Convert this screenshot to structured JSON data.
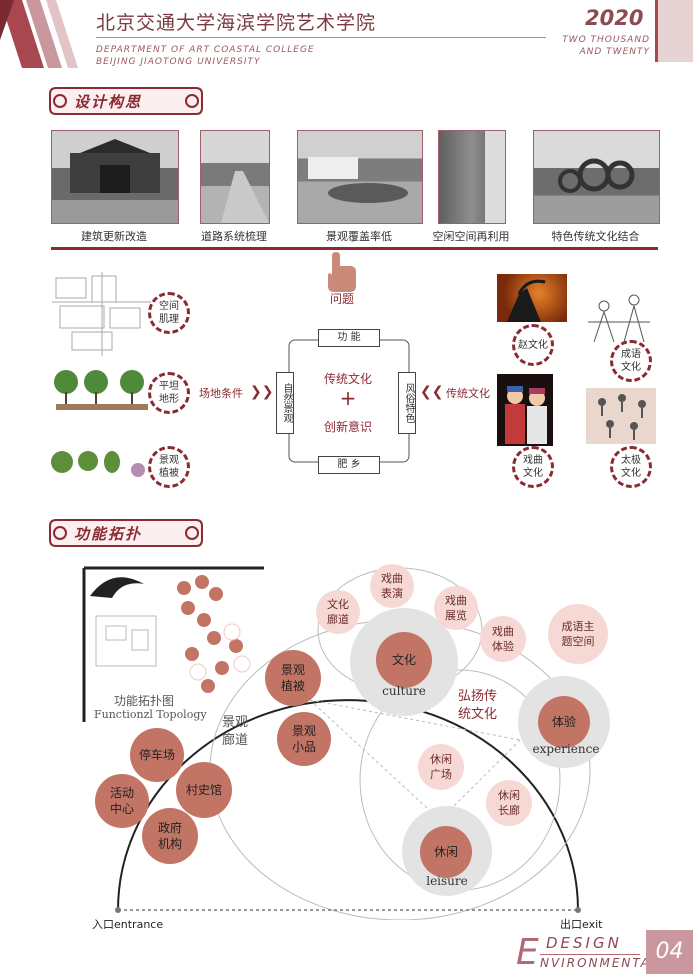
{
  "header": {
    "title_cn": "北京交通大学海滨学院艺术学院",
    "dept_en_1": "DEPARTMENT OF ART COASTAL COLLEGE",
    "dept_en_2": "BEIJING JIAOTONG UNIVERSITY",
    "year": "2020",
    "year_en_1": "TWO THOUSAND",
    "year_en_2": "AND TWENTY"
  },
  "section1": {
    "title": "设计构思",
    "photos": [
      {
        "caption": "建筑更新改造"
      },
      {
        "caption": "道路系统梳理"
      },
      {
        "caption": "景观覆盖率低"
      },
      {
        "caption": "空闲空间再利用"
      },
      {
        "caption": "特色传统文化结合"
      }
    ]
  },
  "concept": {
    "problem": "问题",
    "left_labels": [
      {
        "l1": "空间",
        "l2": "肌理"
      },
      {
        "l1": "平坦",
        "l2": "地形"
      },
      {
        "l1": "景观",
        "l2": "植被"
      }
    ],
    "site_conditions": "场地条件",
    "traditional_culture": "传统文化",
    "box_top": "功 能",
    "box_bottom": "肥 乡",
    "box_left": "自然景观",
    "box_right": "风俗特色",
    "center_1": "传统文化",
    "center_plus": "+",
    "center_2": "创新意识",
    "right_labels": [
      {
        "l1": "赵文化",
        "l2": ""
      },
      {
        "l1": "成语",
        "l2": "文化"
      },
      {
        "l1": "戏曲",
        "l2": "文化"
      },
      {
        "l1": "太极",
        "l2": "文化"
      }
    ]
  },
  "section2": {
    "title": "功能拓扑",
    "topo_label_cn": "功能拓扑图",
    "topo_label_en": "Functionzl Topology",
    "corridor": "景观廊道",
    "nodes_brown": [
      {
        "l1": "景观",
        "l2": "植被"
      },
      {
        "l1": "景观",
        "l2": "小品"
      },
      {
        "l1": "停车场",
        "l2": ""
      },
      {
        "l1": "活动",
        "l2": "中心"
      },
      {
        "l1": "村史馆",
        "l2": ""
      },
      {
        "l1": "政府",
        "l2": "机构"
      }
    ],
    "culture": {
      "cn": "文化",
      "en": "culture"
    },
    "experience": {
      "cn": "体验",
      "en": "experience"
    },
    "leisure": {
      "cn": "休闲",
      "en": "leisure"
    },
    "pink_nodes": [
      {
        "l1": "戏曲",
        "l2": "表演"
      },
      {
        "l1": "文化",
        "l2": "廊道"
      },
      {
        "l1": "戏曲",
        "l2": "展览"
      },
      {
        "l1": "戏曲",
        "l2": "体验"
      },
      {
        "l1": "成语主",
        "l2": "题空间"
      },
      {
        "l1": "休闲",
        "l2": "广场"
      },
      {
        "l1": "休闲",
        "l2": "长廊"
      }
    ],
    "promote_1": "弘扬传",
    "promote_2": "统文化",
    "entrance": "入口entrance",
    "exit": "出口exit"
  },
  "footer": {
    "letter": "E",
    "word1": "DESIGN",
    "word2": "NVIRONMENTAL",
    "page": "04"
  }
}
